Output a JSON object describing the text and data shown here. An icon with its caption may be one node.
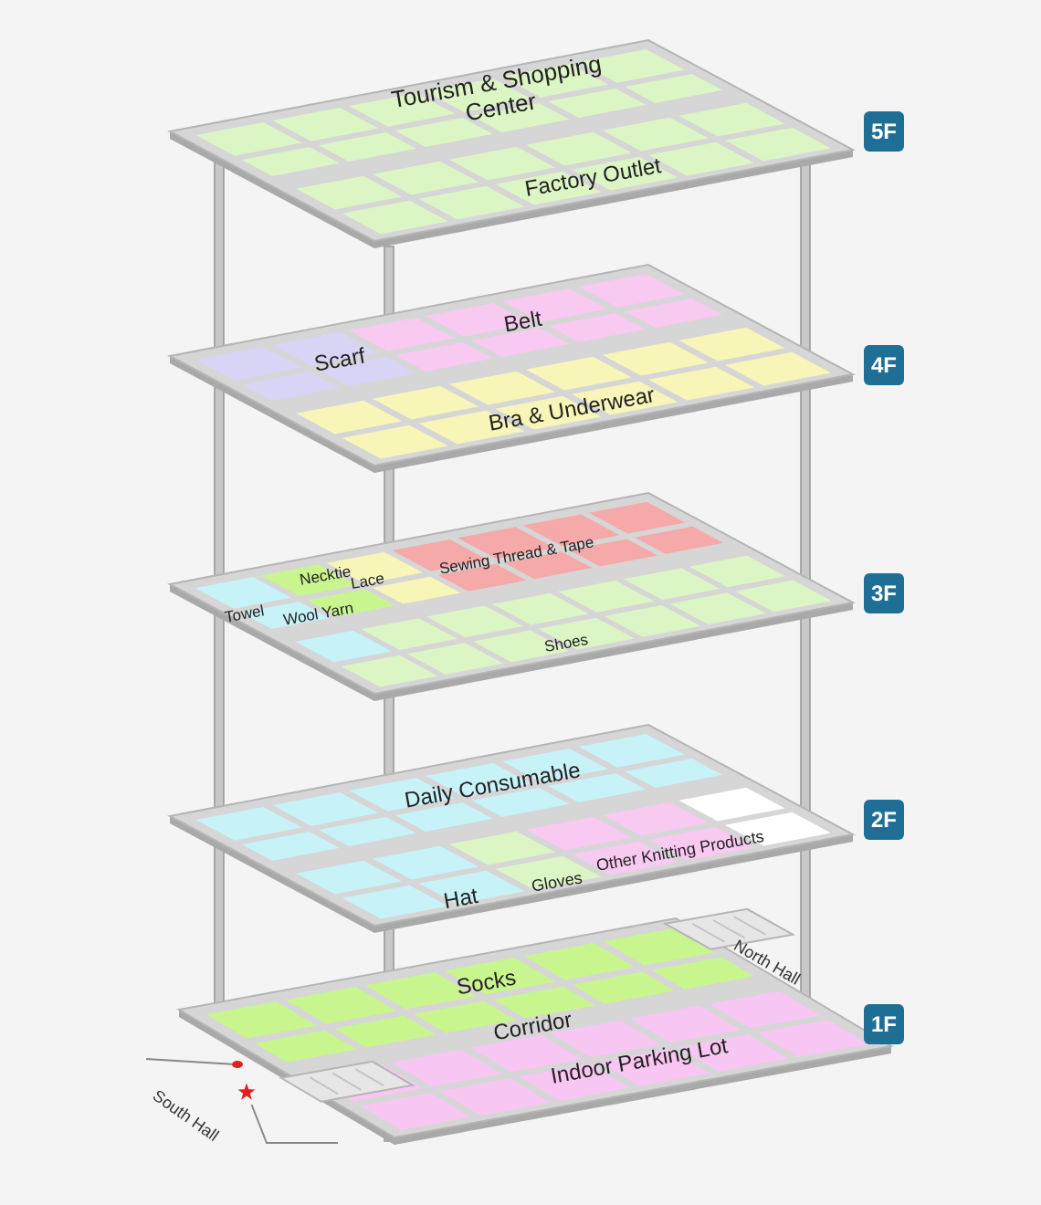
{
  "diagram": {
    "nodes": [
      {
        "text": [
          "Tourism & Shopping Center",
          "Factory Outlet"
        ]
      },
      {
        "text": [
          "5F"
        ]
      },
      {
        "text": [
          "Scarf",
          "Belt",
          "Bra & Underwear"
        ]
      },
      {
        "text": [
          "4F"
        ]
      },
      {
        "text": [
          "Necktie",
          "Lace",
          "Sewing Thread & Tape",
          "Towel",
          "Wool Yarn",
          "Shoes"
        ]
      },
      {
        "text": [
          "3F"
        ]
      },
      {
        "text": [
          "Daily Consumable",
          "Hat",
          "Gloves",
          "Other Knitting Products"
        ]
      },
      {
        "text": [
          "2F"
        ]
      },
      {
        "text": [
          "Socks",
          "Corridor",
          "Indoor Parking Lot"
        ]
      },
      {
        "text": [
          "1F"
        ]
      },
      {
        "text": [],
        "shape": "circle"
      },
      {
        "text": [],
        "shape": "star"
      }
    ],
    "edges": [
      {
        "from": null,
        "to": 10,
        "arrow": "none"
      },
      {
        "from": 11,
        "to": null,
        "arrow": "none"
      }
    ],
    "labels": [
      "North Hall",
      "South Hall"
    ]
  }
}
